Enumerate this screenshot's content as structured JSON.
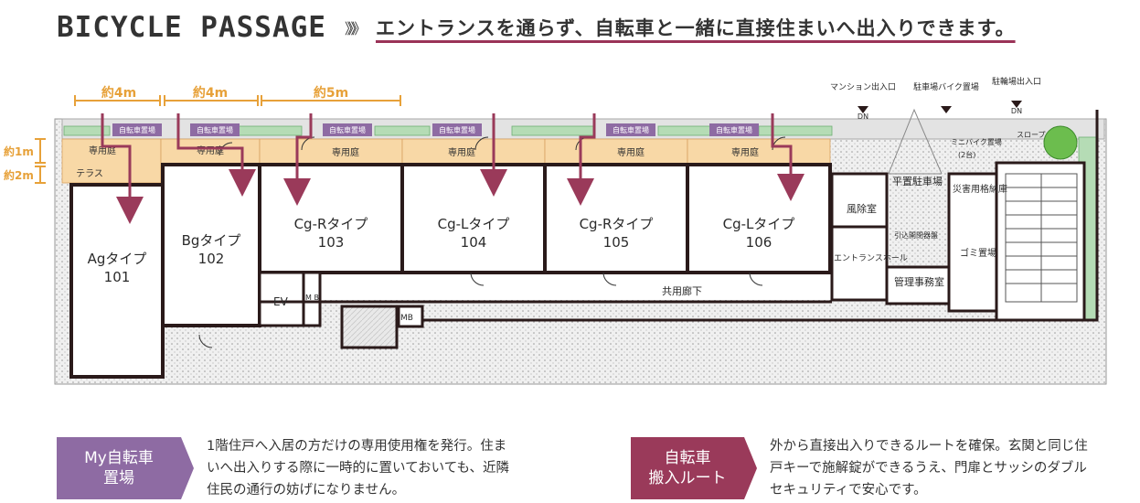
{
  "header": {
    "title_en": "BICYCLE PASSAGE",
    "chevrons": "》》》",
    "title_jp": "エントランスを通らず、自転車と一緒に直接住まいへ出入りできます。"
  },
  "plan": {
    "dims": {
      "top_a": "約4m",
      "top_b": "約4m",
      "top_c": "約5m",
      "left_a": "約1m",
      "left_b": "約2m"
    },
    "parking_label": "自転車置場",
    "garden_label": "専用庭",
    "terrace_label": "テラス",
    "units": [
      {
        "type": "Agタイプ",
        "number": "101"
      },
      {
        "type": "Bgタイプ",
        "number": "102"
      },
      {
        "type": "Cg-Rタイプ",
        "number": "103"
      },
      {
        "type": "Cg-Lタイプ",
        "number": "104"
      },
      {
        "type": "Cg-Rタイプ",
        "number": "105"
      },
      {
        "type": "Cg-Lタイプ",
        "number": "106"
      }
    ],
    "rooms": {
      "ev": "EV",
      "mb": "MB",
      "mb_v": "M B",
      "corridor": "共用廊下",
      "fuujo": "風除室",
      "entrance_hall": "エントランスホール",
      "kanri": "管理事務室",
      "hikikomi": "引込開閉器盤",
      "hiraoki": "平置駐車場",
      "saigai": "災害用格納庫",
      "gomi": "ゴミ置場",
      "mini_bike": "ミニバイク置場",
      "mini_bike_count": "(2台)",
      "slope": "スロープ"
    },
    "signs": {
      "mansion": "マンション出入口",
      "parking": "駐車場バイク置場",
      "bicycle": "駐輪場出入口",
      "dn": "DN"
    }
  },
  "legend": {
    "my_bike": {
      "label_line1": "My自転車",
      "label_line2": "置場",
      "lines": [
        "1階住戸へ入居の方だけの専用使用権を発行。住ま",
        "いへ出入りする際に一時的に置いておいても、近隣",
        "住民の通行の妨げになりません。"
      ]
    },
    "route": {
      "label_line1": "自転車",
      "label_line2": "搬入ルート",
      "lines": [
        "外から直接出入りできるルートを確保。玄関と同じ住",
        "戸キーで施解錠ができるうえ、門扉とサッシのダブル",
        "セキュリティで安心です。"
      ]
    }
  },
  "colors": {
    "orange": "#e7a139",
    "garden": "#f8d8a6",
    "purple": "#8e6ba3",
    "route": "#9a3a5a",
    "green": "#b5dcb5",
    "wall": "#2a1a1a"
  }
}
